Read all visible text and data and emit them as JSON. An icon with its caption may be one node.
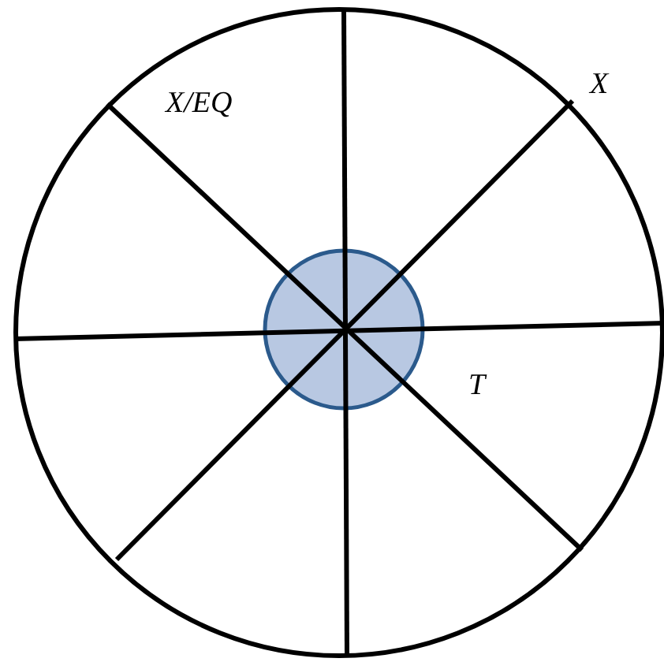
{
  "diagram": {
    "labels": [
      "X/EQ",
      "X",
      "T"
    ]
  }
}
